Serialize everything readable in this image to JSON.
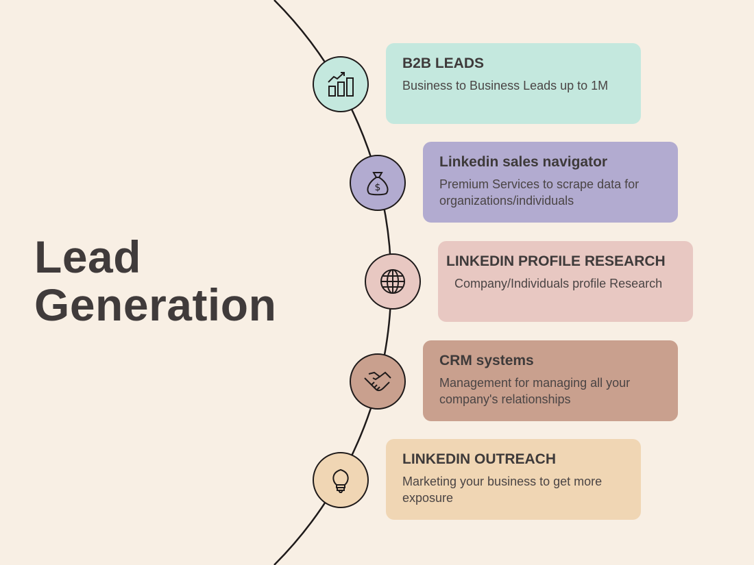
{
  "title": {
    "line1": "Lead",
    "line2": "Generation"
  },
  "items": [
    {
      "heading": "B2B LEADS",
      "desc": "Business to Business Leads up to 1M",
      "icon": "bar-chart-growth-icon",
      "color": "#c4e8de"
    },
    {
      "heading": "Linkedin sales navigator",
      "desc": "Premium Services to scrape data for organizations/individuals",
      "icon": "money-bag-icon",
      "color": "#b2abd0"
    },
    {
      "heading": "LINKEDIN PROFILE RESEARCH",
      "desc": "Company/Individuals profile Research",
      "icon": "globe-icon",
      "color": "#e8c8c2"
    },
    {
      "heading": "CRM systems",
      "desc": "Management for managing all your company's relationships",
      "icon": "handshake-icon",
      "color": "#c9a08e"
    },
    {
      "heading": "LINKEDIN OUTREACH",
      "desc": "Marketing your business to get more exposure",
      "icon": "lightbulb-icon",
      "color": "#f0d6b4"
    }
  ]
}
